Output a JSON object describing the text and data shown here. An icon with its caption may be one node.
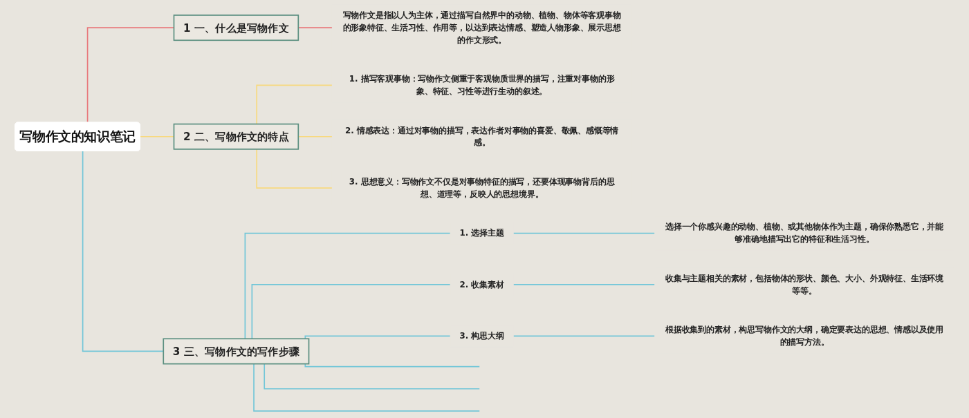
{
  "diagram": {
    "nodes": [
      {
        "text": [
          "写物作文的知识笔记"
        ]
      },
      {
        "text": [
          "1",
          "一、什么是写物作文"
        ]
      },
      {
        "text": [
          "写物作文是指以人为主体，通过描写自然界中的动物、植物、物体等客观事物的形象特征、生活习性、作用等，以达到表达情感、塑造人物形象、展示思想的作文形式。"
        ]
      },
      {
        "text": [
          "2",
          "二、写物作文的特点"
        ]
      },
      {
        "text": [
          "1. 描写客观事物：写物作文侧重于客观物质世界的描写，注重对事物的形象、特征、习性等进行生动的叙述。"
        ]
      },
      {
        "text": [
          "2. 情感表达：通过对事物的描写，表达作者对事物的喜爱、敬佩、感慨等情感。"
        ]
      },
      {
        "text": [
          "3. 思想意义：写物作文不仅是对事物特征的描写，还要体现事物背后的思想、道理等，反映人的思想境界。"
        ]
      },
      {
        "text": [
          "3",
          "三、写物作文的写作步骤"
        ]
      },
      {
        "text": [
          "1. 选择主题"
        ]
      },
      {
        "text": [
          "选择一个你感兴趣的动物、植物、或其他物体作为主题，确保你熟悉它，并能够准确地描写出它的特征和生活习性。"
        ]
      },
      {
        "text": [
          "2. 收集素材"
        ]
      },
      {
        "text": [
          "收集与主题相关的素材，包括物体的形状、颜色、大小、外观特征、生活环境等等。"
        ]
      },
      {
        "text": [
          "3. 构思大纲"
        ]
      },
      {
        "text": [
          "根据收集到的素材，构思写物作文的大纲，确定要表达的思想、情感以及使用的描写方法。"
        ]
      }
    ],
    "edges": [
      {
        "from": 0,
        "to": 1,
        "arrow": "none",
        "color": "#e8797c"
      },
      {
        "from": 1,
        "to": 2,
        "arrow": "none",
        "color": "#e8797c"
      },
      {
        "from": 0,
        "to": 3,
        "arrow": "none",
        "color": "#f7d97e"
      },
      {
        "from": 3,
        "to": 4,
        "arrow": "none",
        "color": "#f7d97e"
      },
      {
        "from": 3,
        "to": 5,
        "arrow": "none",
        "color": "#f7d97e"
      },
      {
        "from": 3,
        "to": 6,
        "arrow": "none",
        "color": "#f7d97e"
      },
      {
        "from": 0,
        "to": 7,
        "arrow": "none",
        "color": "#72c6d8"
      },
      {
        "from": 7,
        "to": 8,
        "arrow": "none",
        "color": "#72c6d8"
      },
      {
        "from": 8,
        "to": 9,
        "arrow": "none",
        "color": "#72c6d8"
      },
      {
        "from": 7,
        "to": 10,
        "arrow": "none",
        "color": "#72c6d8"
      },
      {
        "from": 10,
        "to": 11,
        "arrow": "none",
        "color": "#72c6d8"
      },
      {
        "from": 7,
        "to": 12,
        "arrow": "none",
        "color": "#72c6d8"
      },
      {
        "from": 12,
        "to": 13,
        "arrow": "none",
        "color": "#72c6d8"
      },
      {
        "from": 7,
        "to": null,
        "arrow": "none",
        "color": "#72c6d8"
      },
      {
        "from": 7,
        "to": null,
        "arrow": "none",
        "color": "#72c6d8"
      },
      {
        "from": 7,
        "to": null,
        "arrow": "none",
        "color": "#72c6d8"
      }
    ]
  }
}
